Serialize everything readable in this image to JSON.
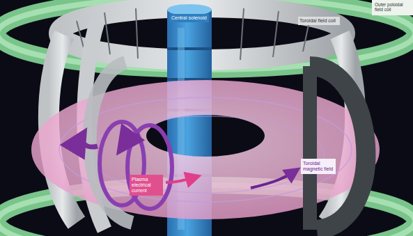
{
  "diagram": {
    "nodes": [
      {
        "text": [
          "Outer poloidal field coil"
        ]
      },
      {
        "text": [
          "Central solenoid"
        ]
      },
      {
        "text": [
          "Toroidal field coil"
        ]
      },
      {
        "text": [
          "Plasma electrical current"
        ]
      },
      {
        "text": [
          "Toroidal magnetic field"
        ]
      }
    ]
  }
}
